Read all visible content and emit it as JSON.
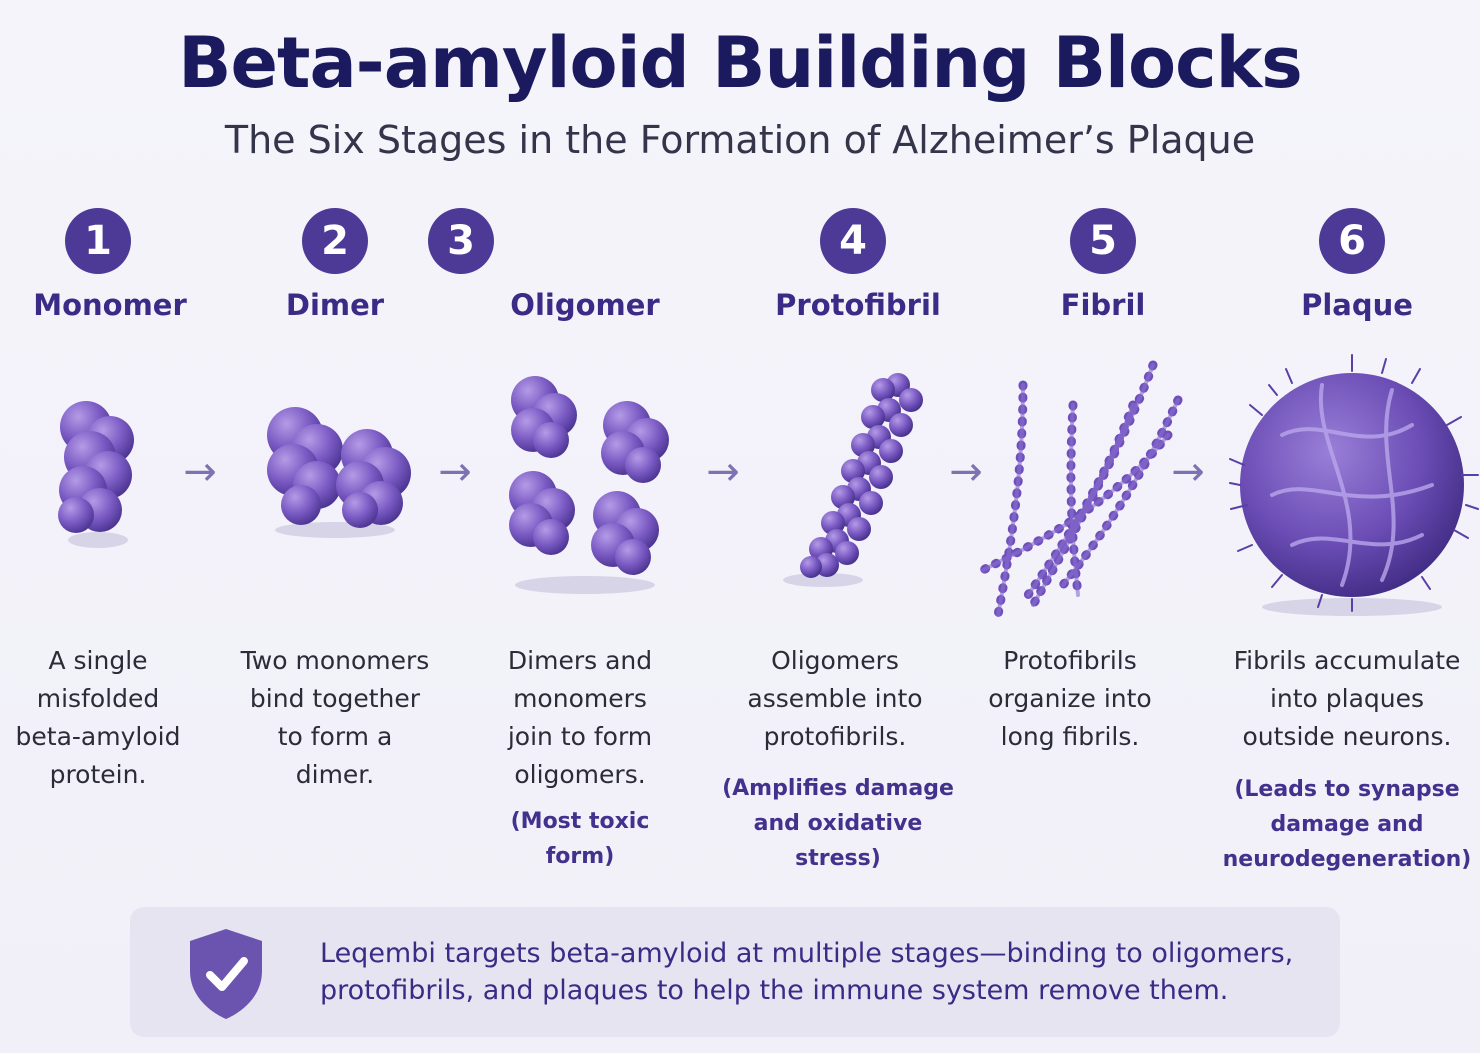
{
  "title": "Beta-amyloid Building  Blocks",
  "subtitle": "The Six Stages in the Formation of Alzheimer’s Plaque",
  "colors": {
    "accent": "#4d3a96",
    "molecule": "#7b5bc4",
    "title": "#1b1a5e"
  },
  "arrow_glyph": "→",
  "stages": [
    {
      "number": "1",
      "name": "Monomer",
      "desc": [
        "A single",
        "misfolded",
        "beta-amyloid",
        "protein."
      ],
      "note": []
    },
    {
      "number": "2",
      "name": "Dimer",
      "desc": [
        "Two monomers",
        "bind together",
        "to form a",
        "dimer."
      ],
      "note": []
    },
    {
      "number": "3",
      "name": "Oligomer",
      "desc": [
        "Dimers and",
        "monomers",
        "join to form",
        "oligomers."
      ],
      "note": [
        "(Most toxic",
        "form)"
      ]
    },
    {
      "number": "4",
      "name": "Protofibril",
      "desc": [
        "Oligomers",
        "assemble into",
        "protofibrils."
      ],
      "note": [
        "(Amplifies damage",
        "and oxidative",
        "stress)"
      ]
    },
    {
      "number": "5",
      "name": "Fibril",
      "desc": [
        "Protofibrils",
        "organize into",
        "long fibrils."
      ],
      "note": []
    },
    {
      "number": "6",
      "name": "Plaque",
      "desc": [
        "Fibrils accumulate",
        "into plaques",
        "outside neurons."
      ],
      "note": [
        "(Leads to synapse",
        "damage and",
        "neurodegeneration)"
      ]
    }
  ],
  "callout": {
    "icon": "shield-check-icon",
    "line1": "Leqembi targets beta-amyloid at multiple stages—binding to oligomers,",
    "line2": "protofibrils, and plaques to help the immune system remove them."
  }
}
